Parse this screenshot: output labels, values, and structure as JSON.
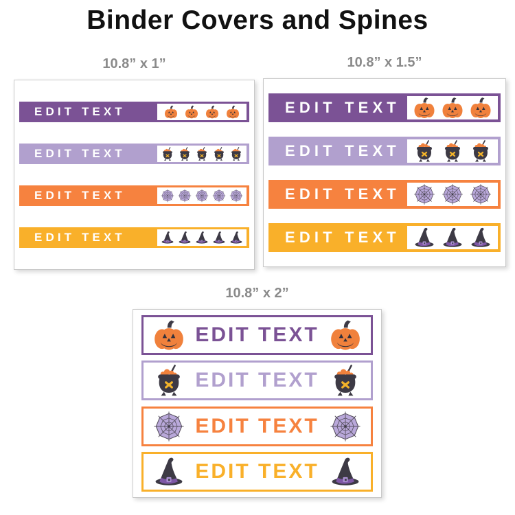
{
  "page": {
    "title": "Binder Covers and Spines"
  },
  "palette": {
    "dark_purple": "#7B5295",
    "light_purple": "#B1A0CE",
    "orange": "#F6823F",
    "yellow": "#F9B02A",
    "charcoal": "#3D3A45",
    "pumpkin_orange": "#F0813C",
    "web_lavender": "#B9A8DA",
    "hat_band_purple": "#7E57A5",
    "emblem_yellow": "#F2B32A",
    "size_label_gray": "#8a8a8a",
    "card_border_gray": "#c9c9c9"
  },
  "panels": [
    {
      "size_label": "10.8” x 1”",
      "style": "solid",
      "strips": [
        {
          "theme": "dark-purple",
          "color": "#7B5295",
          "label": "EDIT TEXT",
          "icon": "pumpkin-icon",
          "icon_count": 4
        },
        {
          "theme": "light-purple",
          "color": "#B1A0CE",
          "label": "EDIT TEXT",
          "icon": "cauldron-icon",
          "icon_count": 5
        },
        {
          "theme": "orange",
          "color": "#F6823F",
          "label": "EDIT TEXT",
          "icon": "spider-web-icon",
          "icon_count": 5
        },
        {
          "theme": "yellow",
          "color": "#F9B02A",
          "label": "EDIT TEXT",
          "icon": "witch-hat-icon",
          "icon_count": 5
        }
      ]
    },
    {
      "size_label": "10.8” x 1.5”",
      "style": "solid",
      "strips": [
        {
          "theme": "dark-purple",
          "color": "#7B5295",
          "label": "EDIT TEXT",
          "icon": "pumpkin-icon",
          "icon_count": 3
        },
        {
          "theme": "light-purple",
          "color": "#B1A0CE",
          "label": "EDIT TEXT",
          "icon": "cauldron-icon",
          "icon_count": 3
        },
        {
          "theme": "orange",
          "color": "#F6823F",
          "label": "EDIT TEXT",
          "icon": "spider-web-icon",
          "icon_count": 3
        },
        {
          "theme": "yellow",
          "color": "#F9B02A",
          "label": "EDIT TEXT",
          "icon": "witch-hat-icon",
          "icon_count": 3
        }
      ]
    },
    {
      "size_label": "10.8” x 2”",
      "style": "outline",
      "strips": [
        {
          "theme": "dark-purple",
          "color": "#7B5295",
          "label": "EDIT TEXT",
          "icon": "pumpkin-icon",
          "icon_count": 2
        },
        {
          "theme": "light-purple",
          "color": "#B1A0CE",
          "label": "EDIT TEXT",
          "icon": "cauldron-icon",
          "icon_count": 2
        },
        {
          "theme": "orange",
          "color": "#F6823F",
          "label": "EDIT TEXT",
          "icon": "spider-web-icon",
          "icon_count": 2
        },
        {
          "theme": "yellow",
          "color": "#F9B02A",
          "label": "EDIT TEXT",
          "icon": "witch-hat-icon",
          "icon_count": 2
        }
      ]
    }
  ]
}
